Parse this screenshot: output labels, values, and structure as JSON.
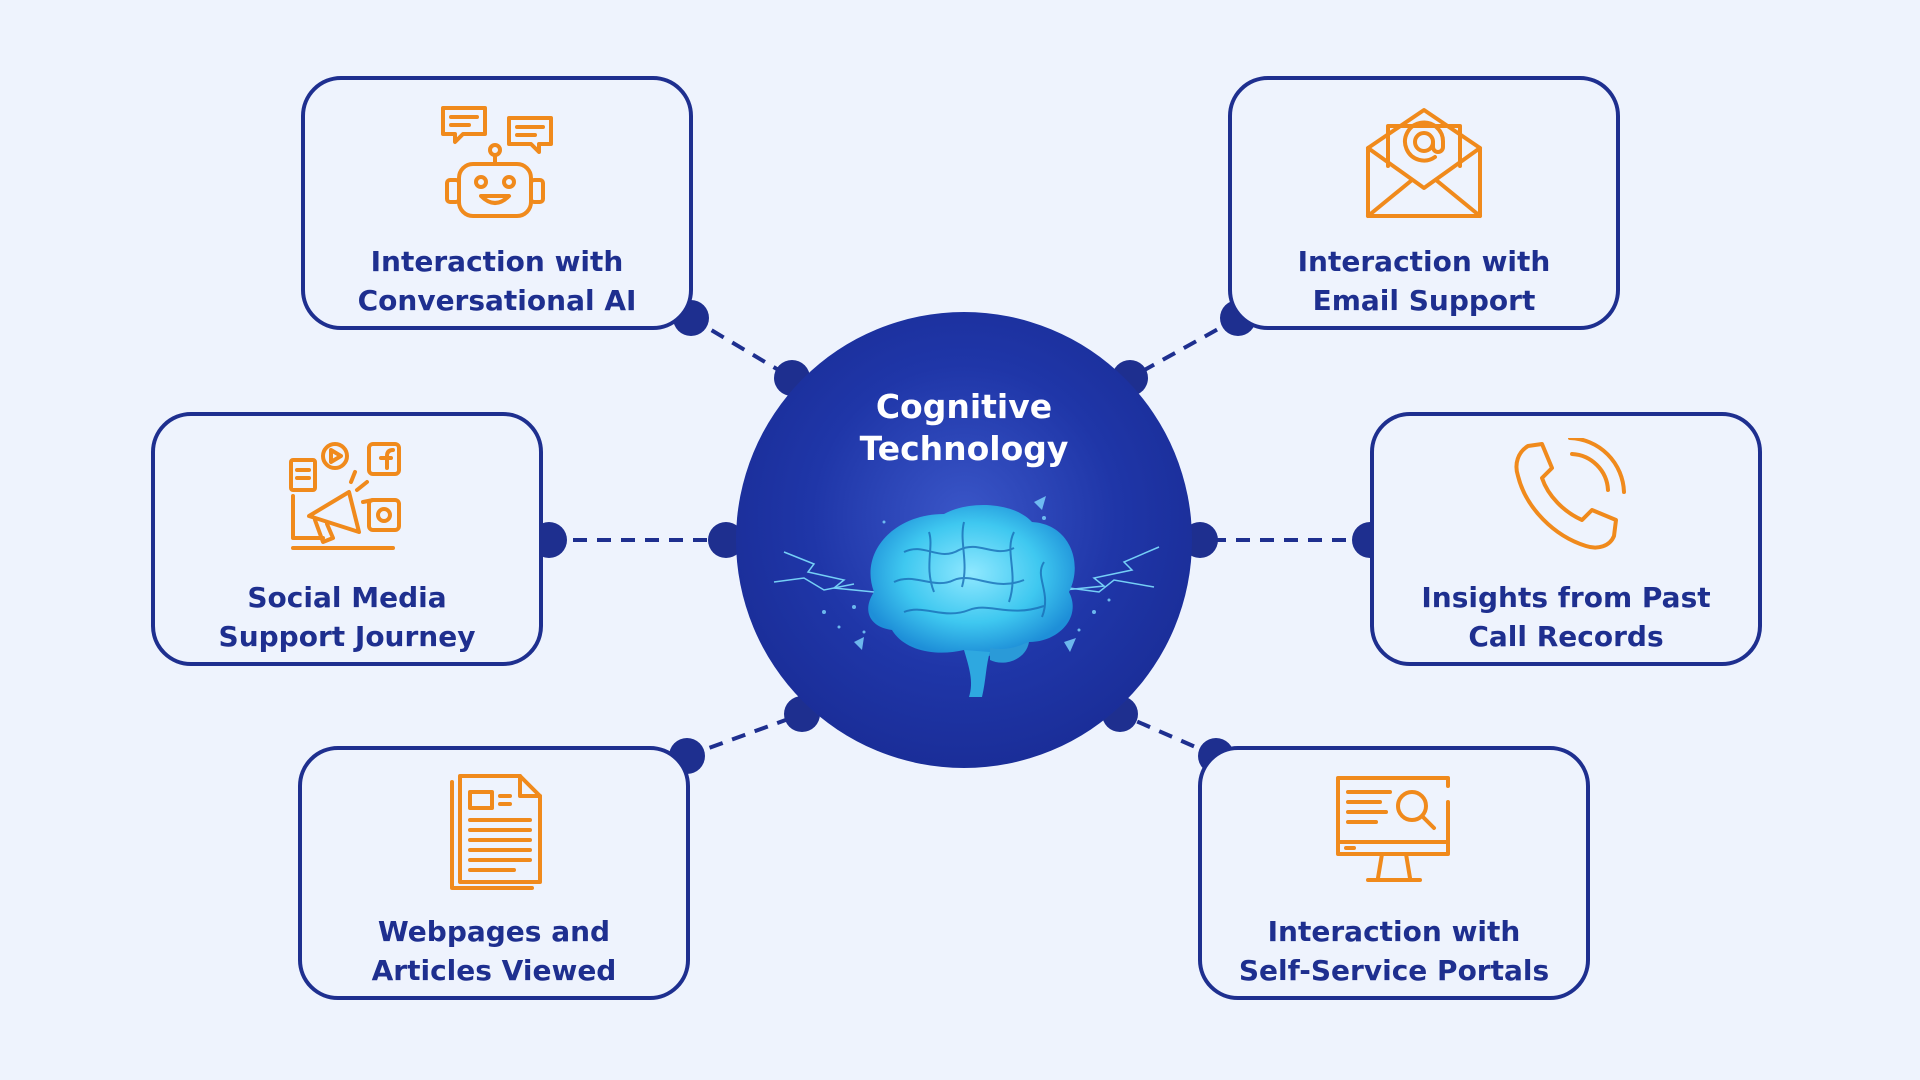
{
  "center": {
    "title_line1": "Cognitive",
    "title_line2": "Technology",
    "image": "glowing-brain"
  },
  "nodes": [
    {
      "id": "conversational-ai",
      "icon": "chatbot-icon",
      "line1": "Interaction with",
      "line2": "Conversational AI"
    },
    {
      "id": "email-support",
      "icon": "email-envelope-icon",
      "line1": "Interaction with",
      "line2": "Email Support"
    },
    {
      "id": "social-media",
      "icon": "megaphone-social-icon",
      "line1": "Social Media",
      "line2": "Support Journey"
    },
    {
      "id": "call-records",
      "icon": "phone-call-icon",
      "line1": "Insights from Past",
      "line2": "Call Records"
    },
    {
      "id": "webpages",
      "icon": "document-icon",
      "line1": "Webpages and",
      "line2": "Articles Viewed"
    },
    {
      "id": "self-service",
      "icon": "monitor-search-icon",
      "line1": "Interaction with",
      "line2": "Self-Service Portals"
    }
  ],
  "colors": {
    "background": "#eef3fd",
    "navy": "#1e2f8f",
    "icon_orange": "#f08a1c",
    "brain_cyan": "#3fc8f0"
  }
}
